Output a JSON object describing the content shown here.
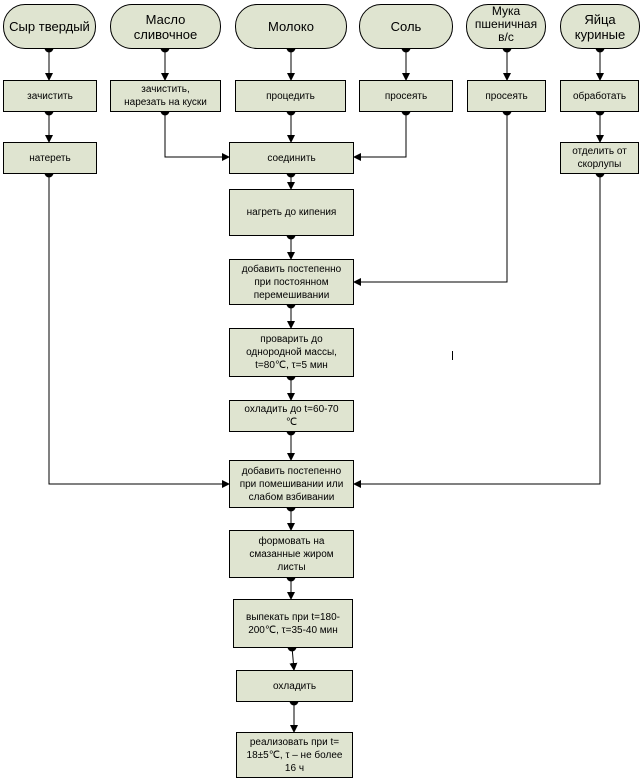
{
  "ingredients": {
    "cheese": "Сыр твердый",
    "butter": "Масло\nсливочное",
    "milk": "Молоко",
    "salt": "Соль",
    "flour": "Мука\nпшеничная\nв/с",
    "eggs": "Яйца\nкуриные"
  },
  "steps": {
    "cheese_clean": "зачистить",
    "butter_clean": "зачистить,\nнарезать на куски",
    "milk_strain": "процедить",
    "salt_sift": "просеять",
    "flour_sift": "просеять",
    "eggs_process": "обработать",
    "cheese_grate": "натереть",
    "combine": "соединить",
    "eggs_separate": "отделить от\nскорлупы",
    "boil": "нагреть до кипения",
    "add_flour": "добавить постепенно\nпри постоянном\nперемешивании",
    "cook": "проварить до\nоднородной массы,\nt=80℃, τ=5 мин",
    "cool": "охладить до  t=60-70\n℃",
    "add_eggs_cheese": "добавить постепенно\nпри помешивании или\nслабом взбивании",
    "shape": "формовать на\nсмазанные жиром\nлисты",
    "bake": "выпекать при  t=180-\n200℃, τ=35-40 мин",
    "chill": "охладить",
    "sell": "реализовать при t=\n18±5℃, τ – не более\n16 ч"
  }
}
